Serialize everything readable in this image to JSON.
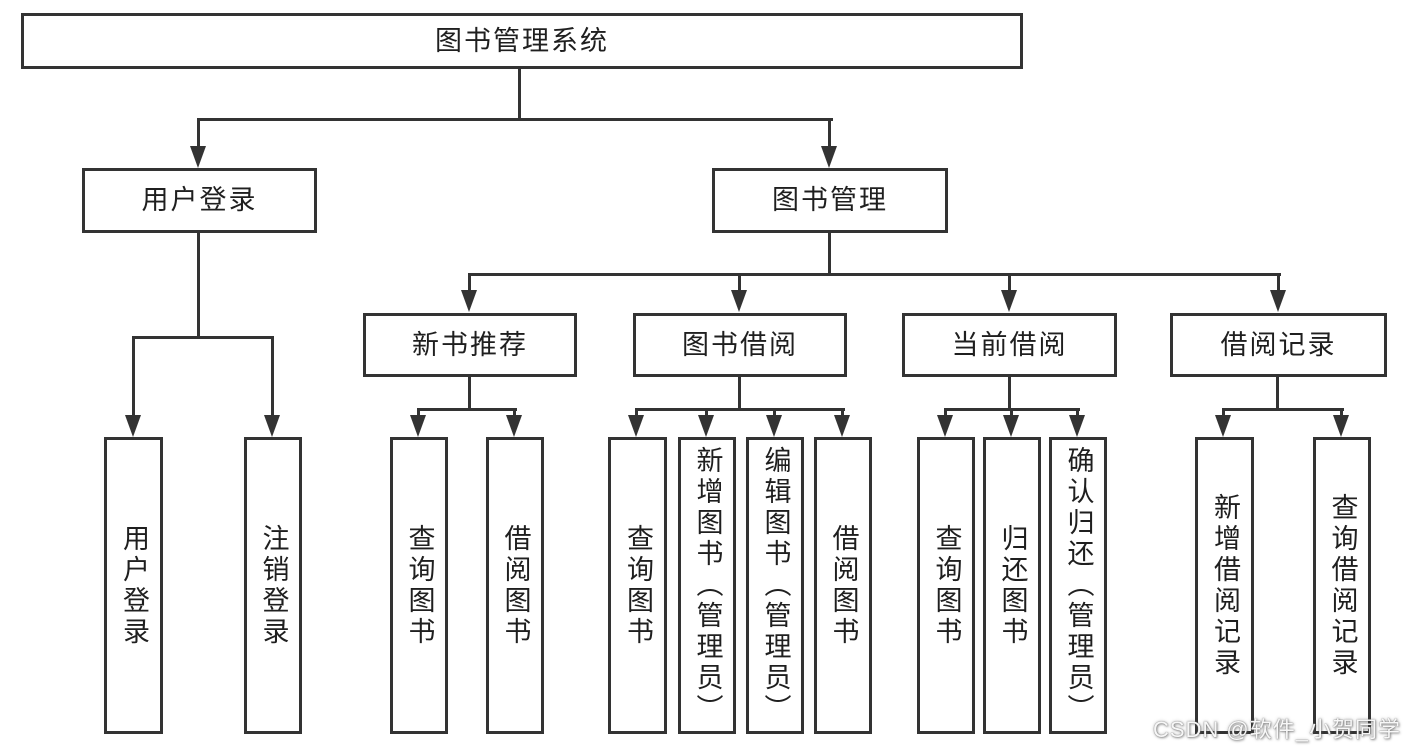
{
  "diagram": {
    "root": "图书管理系统",
    "login": {
      "label": "用户登录",
      "children": [
        "用户登录",
        "注销登录"
      ]
    },
    "mgmt": {
      "label": "图书管理",
      "sections": [
        {
          "label": "新书推荐",
          "children": [
            "查询图书",
            "借阅图书"
          ]
        },
        {
          "label": "图书借阅",
          "children": [
            "查询图书",
            "新增图书（管理员）",
            "编辑图书（管理员）",
            "借阅图书"
          ]
        },
        {
          "label": "当前借阅",
          "children": [
            "查询图书",
            "归还图书",
            "确认归还（管理员）"
          ]
        },
        {
          "label": "借阅记录",
          "children": [
            "新增借阅记录",
            "查询借阅记录"
          ]
        }
      ]
    },
    "colors": {
      "line": "#333333",
      "text": "#1f1f1f",
      "background": "#ffffff",
      "watermark": "#d9d9d9"
    }
  },
  "watermark": "CSDN @软件_小贺同学"
}
